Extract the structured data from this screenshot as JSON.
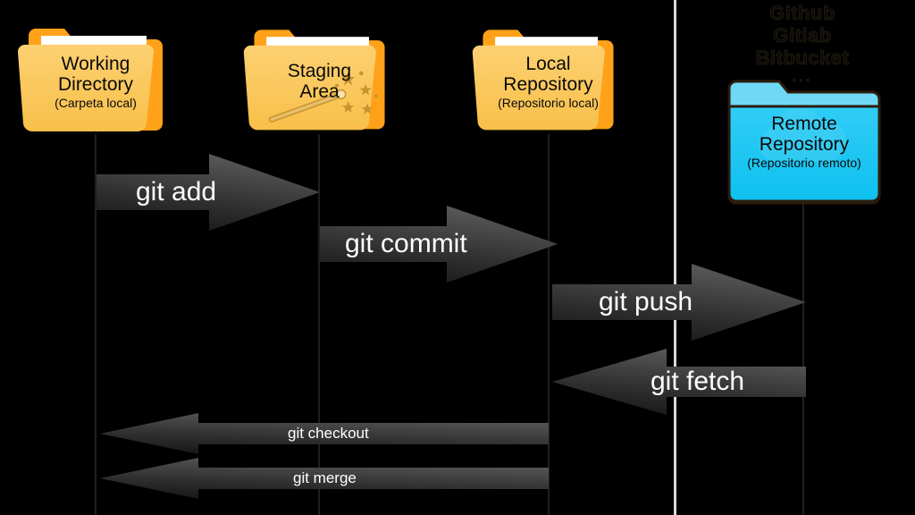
{
  "diagram": {
    "title": "Git workflow diagram",
    "background_color": "#000000",
    "divider_color": "#d8d8d8"
  },
  "nodes": [
    {
      "id": "working-directory",
      "title_line1": "Working",
      "title_line2": "Directory",
      "subtitle": "(Carpeta local)",
      "kind": "folder-local",
      "color": "#FAC85A",
      "accent_color": "#FFA21A"
    },
    {
      "id": "staging-area",
      "title_line1": "Staging",
      "title_line2": "Area",
      "subtitle": "",
      "kind": "folder-local-magic",
      "color": "#FAC85A",
      "accent_color": "#FFA21A"
    },
    {
      "id": "local-repository",
      "title_line1": "Local",
      "title_line2": "Repository",
      "subtitle": "(Repositorio local)",
      "kind": "folder-local",
      "color": "#FAC85A",
      "accent_color": "#FFA21A"
    },
    {
      "id": "remote-repository",
      "title_line1": "Remote",
      "title_line2": "Repository",
      "subtitle": "(Repositorio remoto)",
      "kind": "folder-remote-cloud",
      "color": "#16C4F2",
      "accent_color": "#6FD9F5"
    }
  ],
  "providers": {
    "line1": "Github",
    "line2": "Gitlab",
    "line3": "Bitbucket",
    "line4": "..."
  },
  "arrows": [
    {
      "id": "git-add",
      "label": "git add",
      "direction": "right",
      "from": "working-directory",
      "to": "staging-area",
      "size": "large"
    },
    {
      "id": "git-commit",
      "label": "git commit",
      "direction": "right",
      "from": "staging-area",
      "to": "local-repository",
      "size": "large"
    },
    {
      "id": "git-push",
      "label": "git push",
      "direction": "right",
      "from": "local-repository",
      "to": "remote-repository",
      "size": "large"
    },
    {
      "id": "git-fetch",
      "label": "git fetch",
      "direction": "left",
      "from": "remote-repository",
      "to": "local-repository",
      "size": "large"
    },
    {
      "id": "git-checkout",
      "label": "git checkout",
      "direction": "left",
      "from": "local-repository",
      "to": "working-directory",
      "size": "small"
    },
    {
      "id": "git-merge",
      "label": "git merge",
      "direction": "left",
      "from": "local-repository",
      "to": "working-directory",
      "size": "small"
    }
  ]
}
